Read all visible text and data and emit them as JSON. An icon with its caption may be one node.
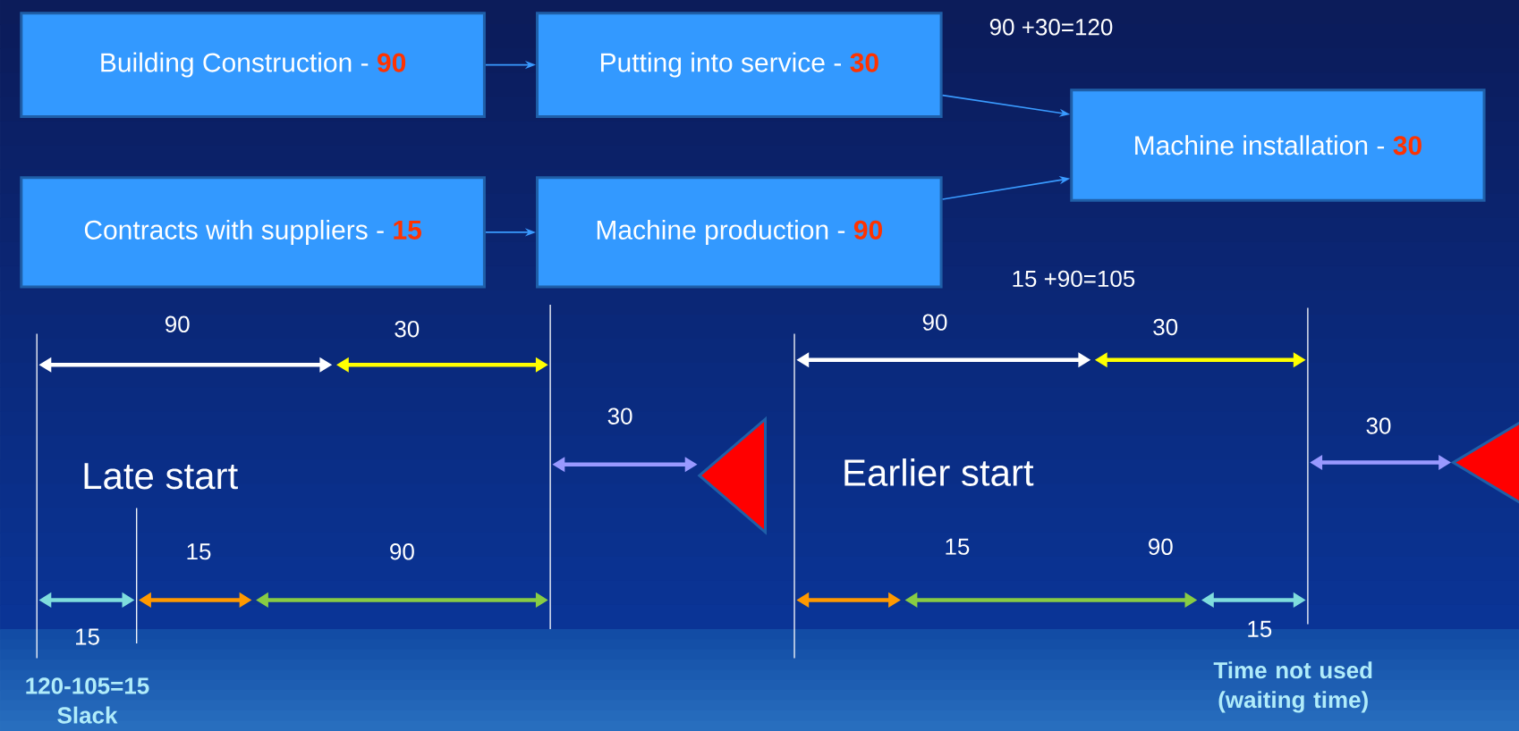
{
  "diagram": {
    "nodes": [
      {
        "text": [
          "Building Construction  -",
          "90"
        ]
      },
      {
        "text": [
          "Putting into service -",
          "30"
        ]
      },
      {
        "text": [
          "Machine installation -",
          "30"
        ]
      },
      {
        "text": [
          "Contracts with suppliers -",
          "15"
        ]
      },
      {
        "text": [
          "Machine production -",
          "90"
        ]
      },
      {
        "text": [],
        "shape": "triangle"
      },
      {
        "text": [],
        "shape": "triangle"
      }
    ],
    "edges": [
      {
        "from": 0,
        "to": 1,
        "arrow": "to"
      },
      {
        "from": 1,
        "to": 2,
        "arrow": "to"
      },
      {
        "from": 3,
        "to": 4,
        "arrow": "to"
      },
      {
        "from": 4,
        "to": 2,
        "arrow": "to"
      }
    ],
    "labels": [
      "90 +30=120",
      "15 +90=105",
      "90",
      "30",
      "90",
      "30",
      "30",
      "30",
      "Late start",
      "Earlier start",
      "15",
      "90",
      "15",
      "90",
      "15",
      "15",
      "120-105=15 Slack",
      "Time not used (waiting time)"
    ]
  }
}
